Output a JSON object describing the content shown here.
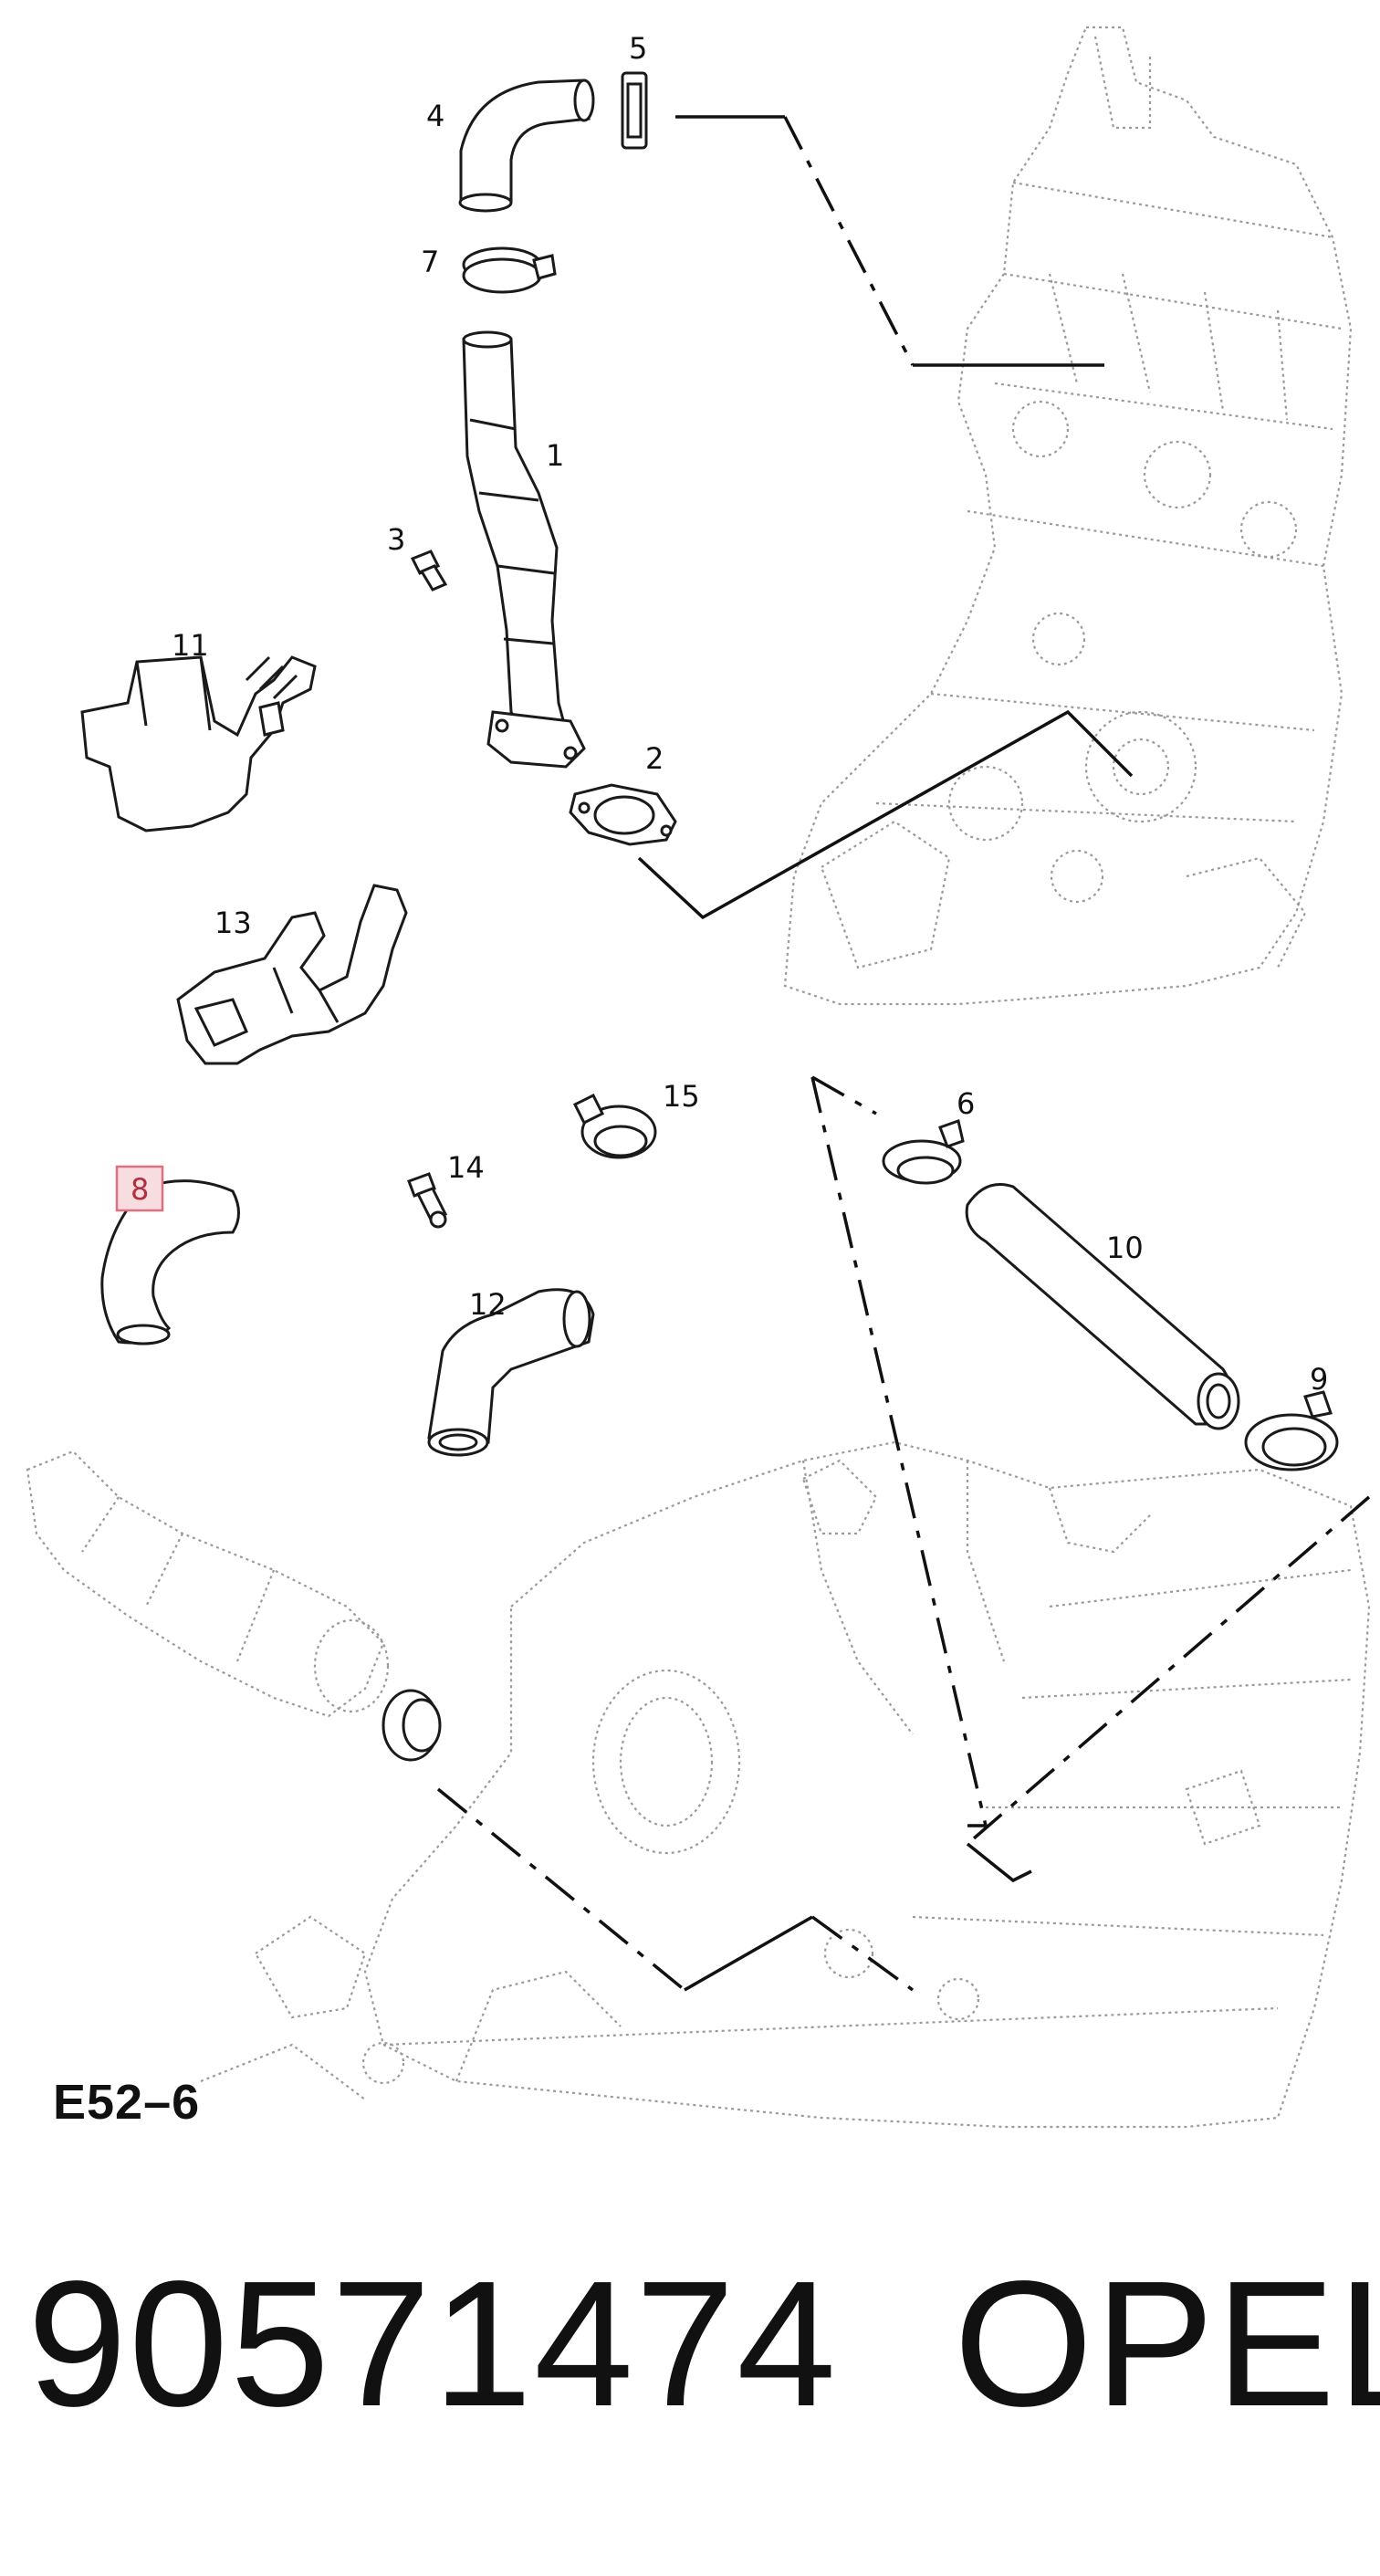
{
  "diagram": {
    "code": "E52–6",
    "callouts": {
      "c1": "1",
      "c2": "2",
      "c3": "3",
      "c4": "4",
      "c5": "5",
      "c6": "6",
      "c7": "7",
      "c8": "8",
      "c9": "9",
      "c10": "10",
      "c11": "11",
      "c12": "12",
      "c13": "13",
      "c14": "14",
      "c15": "15"
    },
    "highlighted_callout": "8",
    "highlight_color": "#e07080"
  },
  "footer": {
    "part_number": "90571474",
    "brand": "OPEL"
  }
}
